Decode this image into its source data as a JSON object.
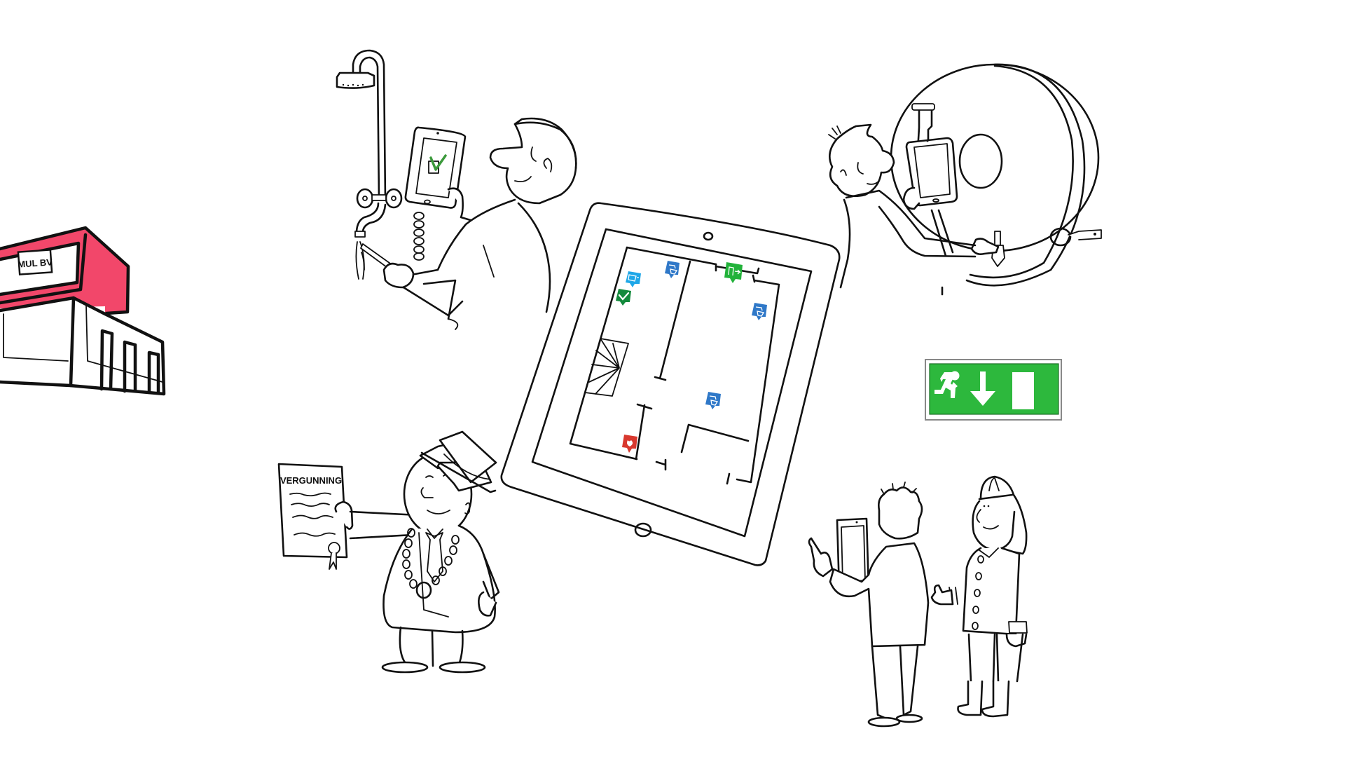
{
  "scene": {
    "type": "whiteboard-explainer-illustration",
    "background": "#ffffff",
    "ink_color": "#111111"
  },
  "building": {
    "sign_text": "MUL BV",
    "accent_color": "#F2476A"
  },
  "shower_inspector": {
    "tablet_icon": "checkmark-icon",
    "check_color": "#3C9A3C"
  },
  "hose_reel_inspector": {
    "tablet_icon": "blank-screen"
  },
  "central_tablet": {
    "content": "floor-plan",
    "markers": [
      {
        "name": "fire-alarm-marker",
        "icon": "alarm-icon",
        "color": "#1EA7E8"
      },
      {
        "name": "eyewash-marker",
        "icon": "tap-bucket-icon",
        "color": "#2F78C8"
      },
      {
        "name": "emergency-exit-marker",
        "icon": "exit-door-icon",
        "color": "#22B23A"
      },
      {
        "name": "approved-marker",
        "icon": "checkmark-icon",
        "color": "#138A3C"
      },
      {
        "name": "eyewash-marker-2",
        "icon": "tap-bucket-icon",
        "color": "#2F78C8"
      },
      {
        "name": "eyewash-marker-3",
        "icon": "tap-bucket-icon",
        "color": "#2F78C8"
      },
      {
        "name": "fire-extinguisher-marker",
        "icon": "flame-icon",
        "color": "#D8382E"
      }
    ]
  },
  "exit_sign": {
    "background_color": "#2DB83D",
    "icons": [
      "running-man-icon",
      "arrow-down-icon",
      "door-icon"
    ]
  },
  "mayor": {
    "document_title": "VERGUNNING"
  },
  "firefighter_scene": {
    "people": [
      "inspector-with-tablet",
      "firefighter"
    ]
  }
}
